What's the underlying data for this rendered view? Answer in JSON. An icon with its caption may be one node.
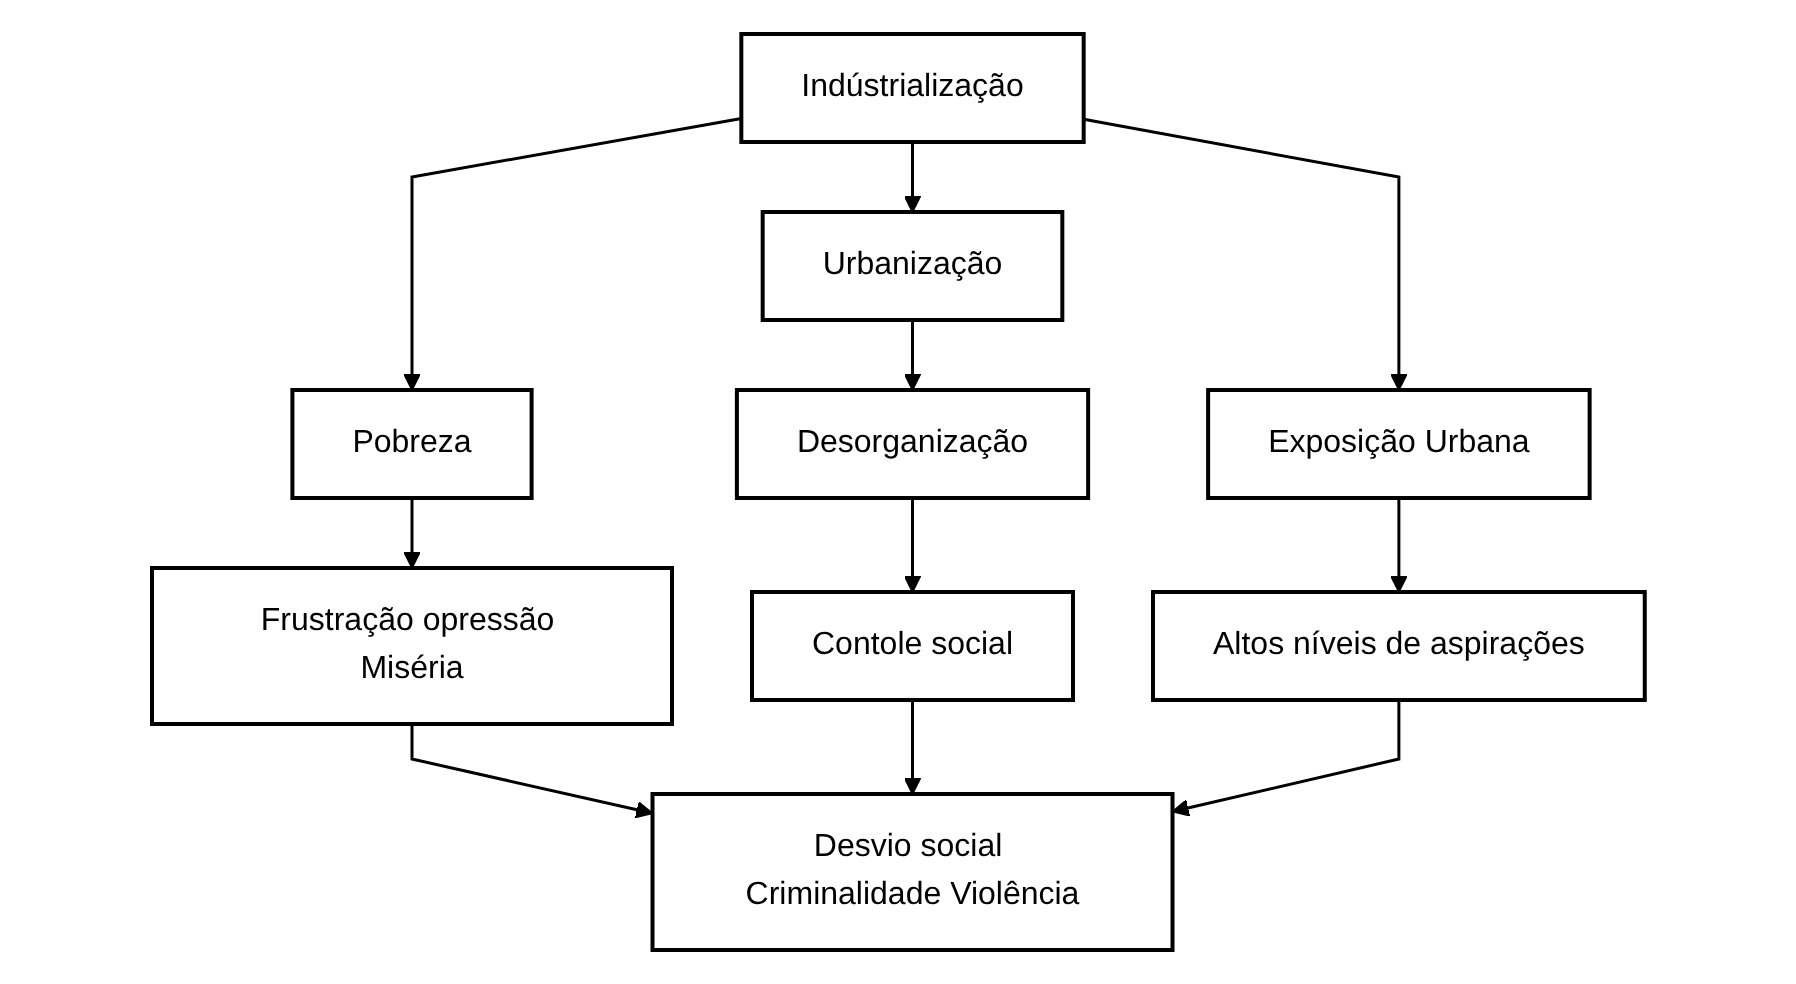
{
  "diagram": {
    "nodes": [
      {
        "text": [
          "Indústrialização"
        ]
      },
      {
        "text": [
          "Pobreza"
        ]
      },
      {
        "text": [
          "Urbanização"
        ]
      },
      {
        "text": [
          "Exposição Urbana"
        ]
      },
      {
        "text": [
          "Desorganização"
        ]
      },
      {
        "text": [
          "Frustração opressão Miséria"
        ]
      },
      {
        "text": [
          "Contole social"
        ]
      },
      {
        "text": [
          "Altos níveis de aspirações"
        ]
      },
      {
        "text": [
          "Desvio social Criminalidade Violência"
        ]
      }
    ],
    "edges": [
      {
        "from": 0,
        "to": 1,
        "arrow": "to"
      },
      {
        "from": 0,
        "to": 2,
        "arrow": "to"
      },
      {
        "from": 0,
        "to": 3,
        "arrow": "to"
      },
      {
        "from": 1,
        "to": 5,
        "arrow": "to"
      },
      {
        "from": 2,
        "to": 4,
        "arrow": "to"
      },
      {
        "from": 3,
        "to": 7,
        "arrow": "to"
      },
      {
        "from": 4,
        "to": 6,
        "arrow": "to"
      },
      {
        "from": 5,
        "to": 8,
        "arrow": "to"
      },
      {
        "from": 6,
        "to": 8,
        "arrow": "to"
      },
      {
        "from": 7,
        "to": 8,
        "arrow": "to"
      }
    ]
  }
}
